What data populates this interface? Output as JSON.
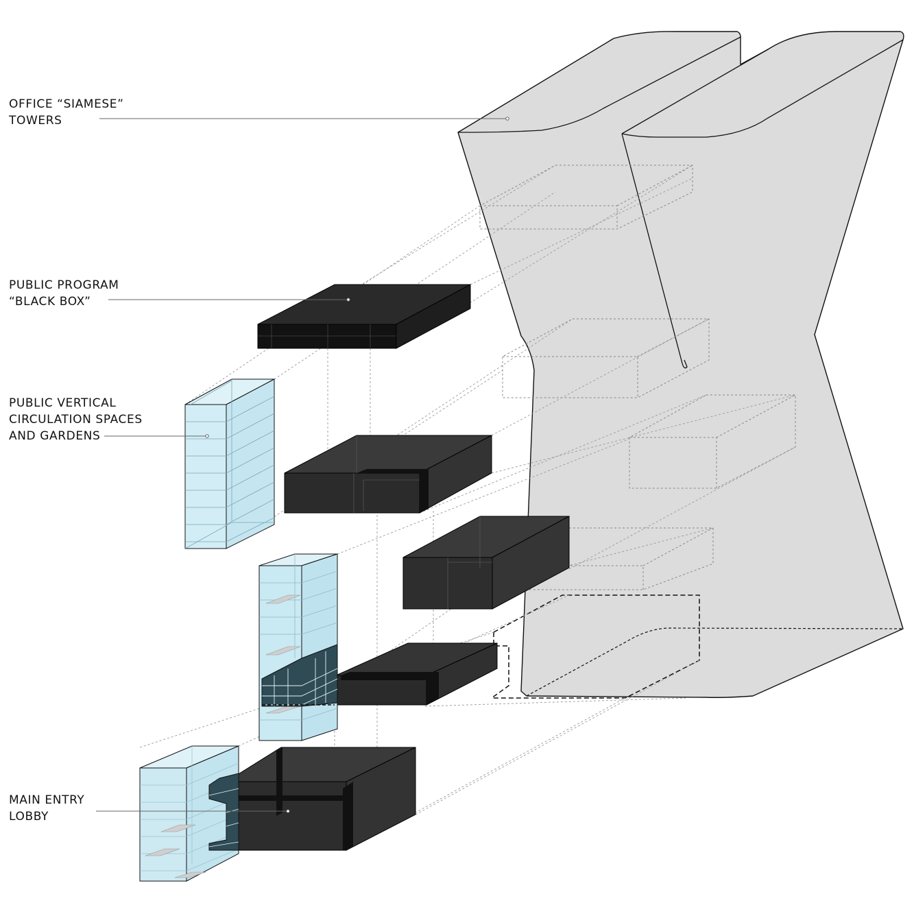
{
  "labels": {
    "towers": {
      "line1": "OFFICE “SIAMESE”",
      "line2": "TOWERS"
    },
    "black_box": {
      "line1": "PUBLIC PROGRAM",
      "line2": "“BLACK BOX”"
    },
    "vertical_circulation": {
      "line1": "PUBLIC VERTICAL",
      "line2": "CIRCULATION SPACES",
      "line3": "AND GARDENS"
    },
    "entry_lobby": {
      "line1": "MAIN ENTRY",
      "line2": "LOBBY"
    }
  },
  "colors": {
    "tower_fill": "#dcdcdc",
    "black_box_top": "#1c1c1c",
    "program_box": "#2d2d2d",
    "glass": "#cfeaf3",
    "glass_dark": "#2f4b55",
    "line": "#111111",
    "dashed": "#777777"
  }
}
